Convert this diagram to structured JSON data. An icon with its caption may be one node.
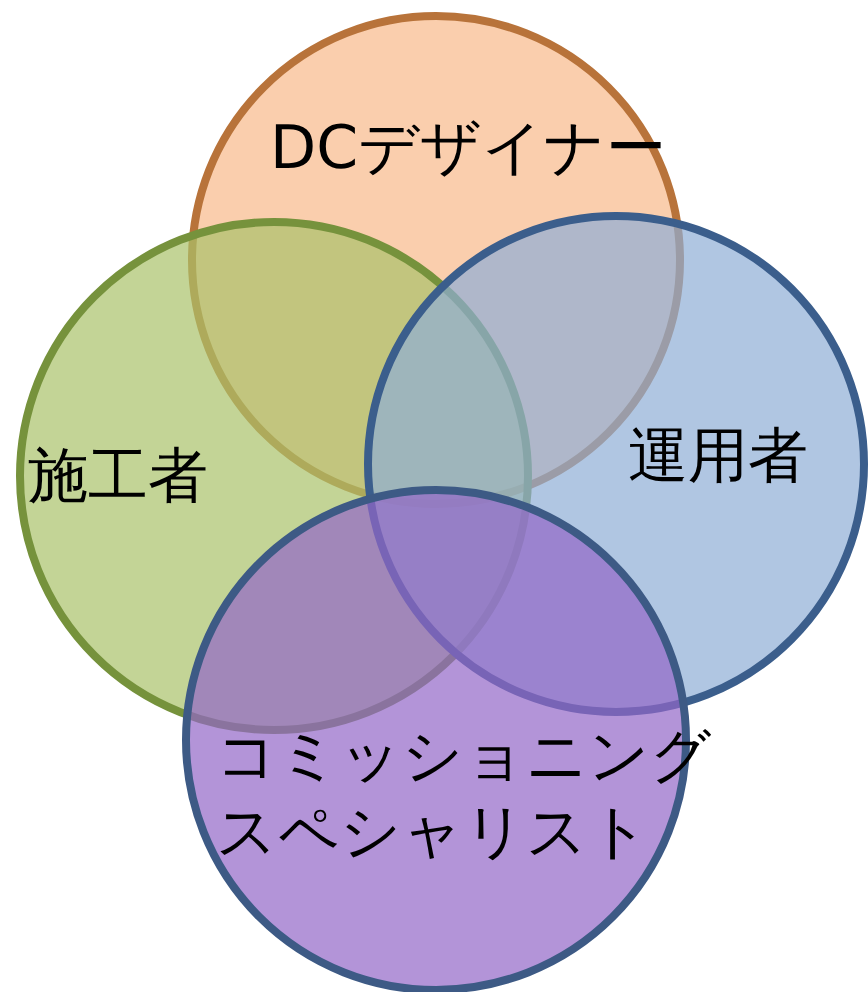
{
  "diagram": {
    "nodes": [
      {
        "text": [
          "DCデザイナー"
        ]
      },
      {
        "text": [
          "施工者"
        ]
      },
      {
        "text": [
          "運用者"
        ]
      },
      {
        "text": [
          "コミッショニングスペシャリスト"
        ]
      }
    ]
  }
}
